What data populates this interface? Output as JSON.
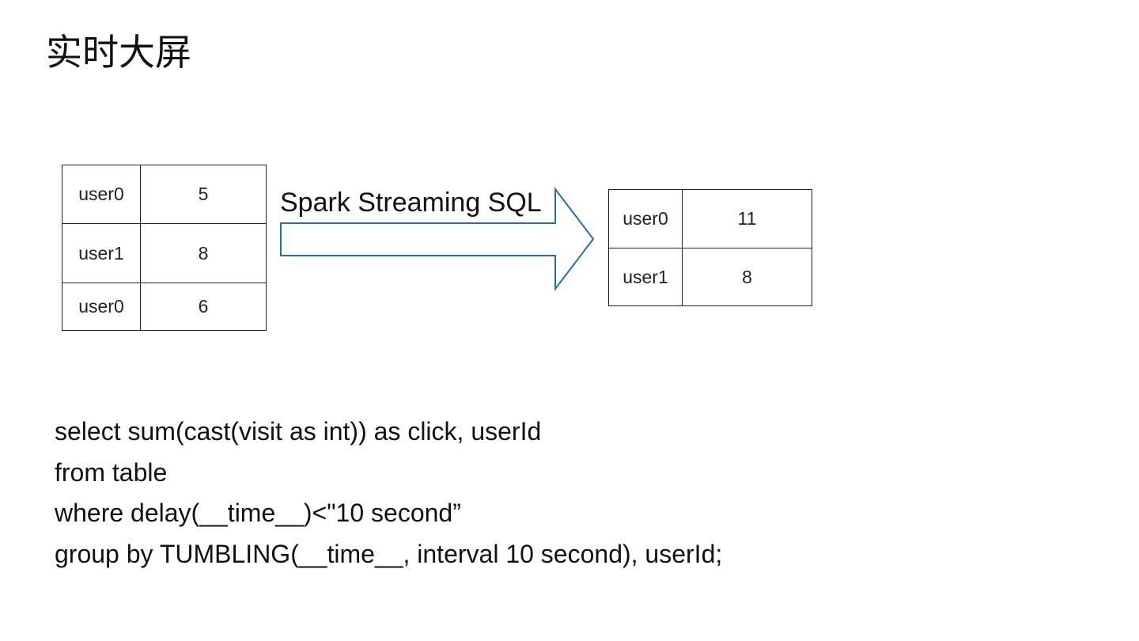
{
  "title": "实时大屏",
  "input_table": {
    "rows": [
      {
        "user": "user0",
        "value": "5"
      },
      {
        "user": "user1",
        "value": "8"
      },
      {
        "user": "user0",
        "value": "6"
      }
    ]
  },
  "arrow": {
    "label": "Spark Streaming SQL",
    "stroke_color": "#2e6da4"
  },
  "output_table": {
    "rows": [
      {
        "user": "user0",
        "value": "11"
      },
      {
        "user": "user1",
        "value": "8"
      }
    ]
  },
  "sql": {
    "lines": [
      "select sum(cast(visit as int)) as click, userId",
      "from table",
      "where delay(__time__)<\"10 second”",
      "group by TUMBLING(__time__, interval 10 second), userId;"
    ]
  }
}
